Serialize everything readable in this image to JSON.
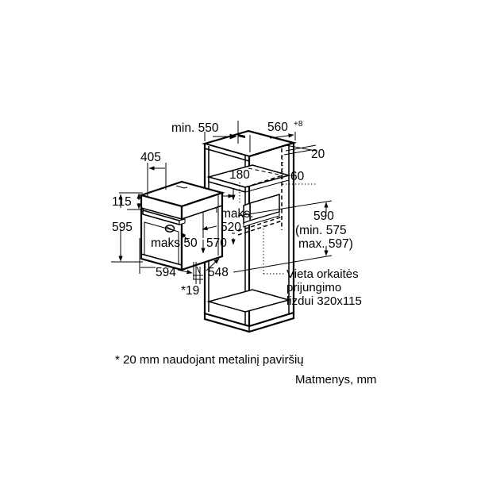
{
  "diagram": {
    "title": "Built-in oven installation dimension drawing",
    "units_note": "Matmenys, mm",
    "footnote": "* 20 mm naudojant metalinį paviršių",
    "socket_note_line1": "Vieta orkaitės",
    "socket_note_line2": "prijungimo",
    "socket_note_line3": "lizdui 320x115",
    "colors": {
      "line": "#000000",
      "background": "#ffffff",
      "fill": "#ffffff"
    }
  },
  "dimensions": {
    "niche_depth": "min. 550",
    "niche_width": "560",
    "niche_width_tolerance": "+8",
    "top_gap": "20",
    "shelf_height": "180",
    "rear_cutout_height": "60",
    "appliance_top_to_panel": "405",
    "control_panel_height": "115",
    "appliance_height": "595",
    "door_clearance": "maks.50",
    "handle_depth_label": "maks.",
    "handle_depth_value": "520",
    "body_depth": "570",
    "front_width": "594",
    "body_width": "548",
    "front_overhang": "*19",
    "niche_height": "590",
    "niche_height_min": "(min. 575",
    "niche_height_max": "max. 597)"
  },
  "labels": [
    {
      "id": "min-550",
      "text": "min. 550"
    },
    {
      "id": "560",
      "text": "560"
    },
    {
      "id": "560-sup",
      "text": "+8"
    },
    {
      "id": "20",
      "text": "20"
    },
    {
      "id": "180",
      "text": "180"
    },
    {
      "id": "60",
      "text": "60"
    },
    {
      "id": "405",
      "text": "405"
    },
    {
      "id": "115",
      "text": "115"
    },
    {
      "id": "595",
      "text": "595"
    },
    {
      "id": "maks",
      "text": "maks."
    },
    {
      "id": "520",
      "text": "520"
    },
    {
      "id": "maks50",
      "text": "maks.50"
    },
    {
      "id": "570",
      "text": "570"
    },
    {
      "id": "594",
      "text": "594"
    },
    {
      "id": "548",
      "text": "548"
    },
    {
      "id": "19",
      "text": "*19"
    },
    {
      "id": "590",
      "text": "590"
    },
    {
      "id": "min575",
      "text": "(min. 575"
    },
    {
      "id": "max597",
      "text": "max. 597)"
    }
  ]
}
